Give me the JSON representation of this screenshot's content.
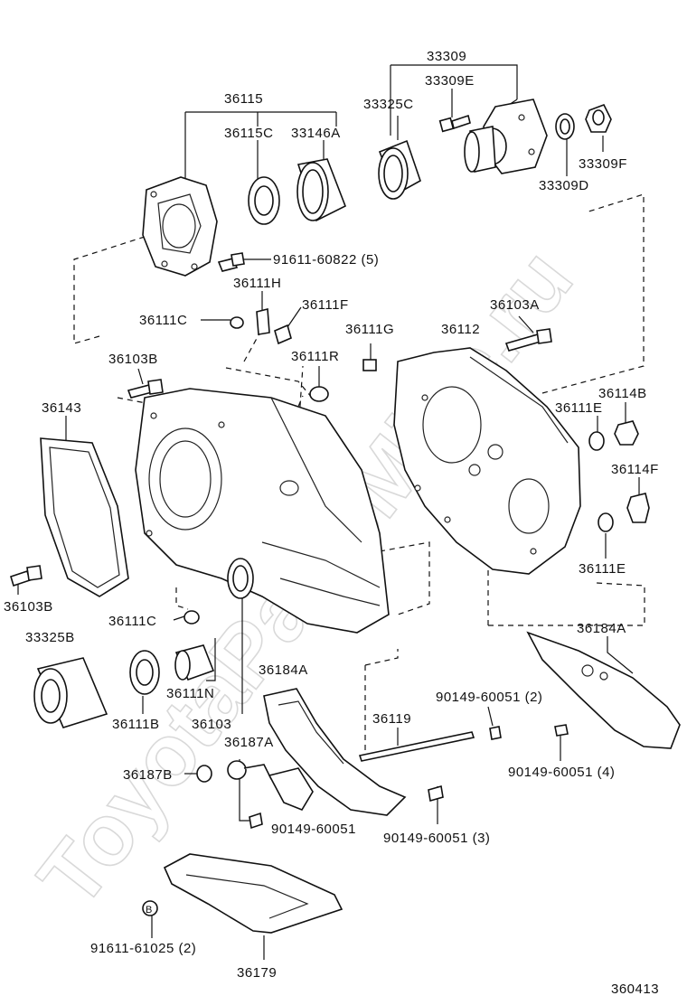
{
  "watermark": "ToyotaPartsMine.ru",
  "diagram_code": "360413",
  "labels": {
    "l33309": "33309",
    "l33309E": "33309E",
    "l33325C": "33325C",
    "l36115": "36115",
    "l36115C": "36115C",
    "l33146A": "33146A",
    "l33309F": "33309F",
    "l33309D": "33309D",
    "l91611_60822": "91611-60822 (5)",
    "l36111H": "36111H",
    "l36111C_top": "36111C",
    "l36111F": "36111F",
    "l36111G": "36111G",
    "l36112": "36112",
    "l36103A": "36103A",
    "l36103B_top": "36103B",
    "l36111R": "36111R",
    "l36143": "36143",
    "l36114B": "36114B",
    "l36111E_top": "36111E",
    "l36114F": "36114F",
    "l36111E_bot": "36111E",
    "l36103B_left": "36103B",
    "l36111C_bot": "36111C",
    "l33325B": "33325B",
    "l36184A_right": "36184A",
    "l36184A_mid": "36184A",
    "l36111N": "36111N",
    "l36111B": "36111B",
    "l36103": "36103",
    "l90149_2": "90149-60051 (2)",
    "l36119": "36119",
    "l36187A": "36187A",
    "l36187B": "36187B",
    "l90149_4": "90149-60051 (4)",
    "l90149": "90149-60051",
    "l90149_3": "90149-60051 (3)",
    "lB": "B",
    "l91611_61025": "91611-61025 (2)",
    "l36179": "36179"
  }
}
